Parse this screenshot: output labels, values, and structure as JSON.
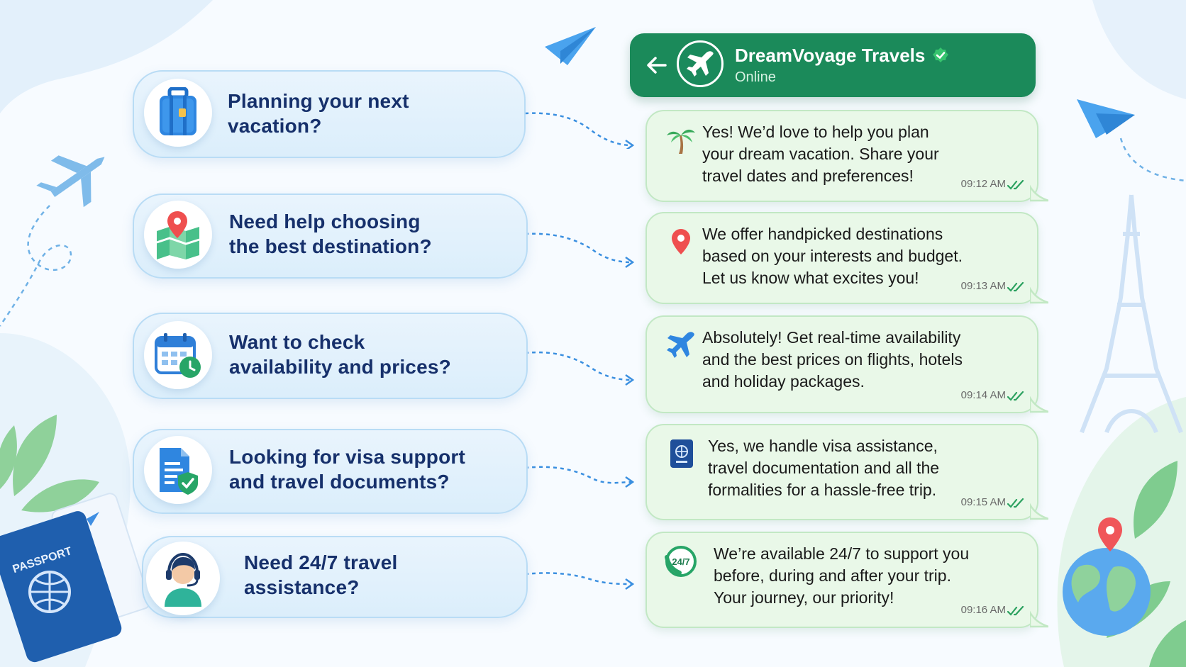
{
  "chat": {
    "brand_name": "DreamVoyage Travels",
    "status": "Online",
    "icons": [
      "back-arrow-icon",
      "airplane-avatar-icon",
      "verified-badge-icon"
    ]
  },
  "questions": [
    {
      "line1": "Planning your next",
      "line2": "vacation?",
      "icon": "suitcase-icon"
    },
    {
      "line1": "Need help choosing",
      "line2": "the best destination?",
      "icon": "map-pin-icon"
    },
    {
      "line1": "Want to check",
      "line2": "availability and prices?",
      "icon": "calendar-clock-icon"
    },
    {
      "line1": "Looking for visa support",
      "line2": "and travel documents?",
      "icon": "document-shield-icon"
    },
    {
      "line1": "Need 24/7 travel",
      "line2": "assistance?",
      "icon": "support-agent-icon"
    }
  ],
  "replies": [
    {
      "lines": [
        "Yes! We’d love to help you plan",
        "your dream vacation. Share your",
        "travel dates and preferences!"
      ],
      "time": "09:12 AM",
      "icon": "palm-tree-icon"
    },
    {
      "lines": [
        "We offer handpicked destinations",
        "based on your interests and budget.",
        "Let us know what excites you!"
      ],
      "time": "09:13 AM",
      "icon": "location-pin-icon"
    },
    {
      "lines": [
        "Absolutely! Get real-time availability",
        "and the best prices on flights, hotels",
        "and holiday packages."
      ],
      "time": "09:14 AM",
      "icon": "airplane-icon"
    },
    {
      "lines": [
        "Yes, we handle visa assistance,",
        "travel documentation and all the",
        "formalities for a hassle-free trip."
      ],
      "time": "09:15 AM",
      "icon": "passport-icon"
    },
    {
      "lines": [
        "We’re available 24/7 to support you",
        "before, during and after your trip.",
        "Your journey, our priority!"
      ],
      "time": "09:16 AM",
      "icon": "support-247-icon"
    }
  ],
  "decor": {
    "passport_label": "PASSPORT",
    "badge_247": "24/7"
  },
  "colors": {
    "header_green": "#1b8a5a",
    "question_text": "#16306b",
    "bubble_bg": "#e9f8e8",
    "card_bg": "#dbeefb",
    "accent_blue": "#3a8fe0"
  }
}
